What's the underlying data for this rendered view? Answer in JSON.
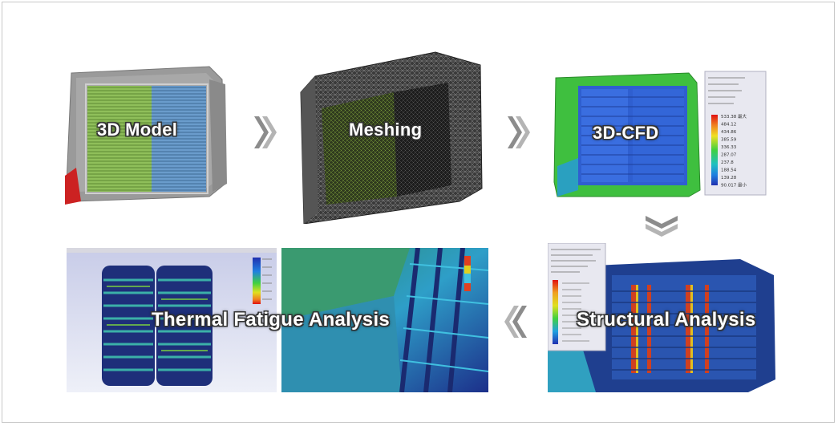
{
  "stages": [
    {
      "id": "model",
      "label": "3D Model"
    },
    {
      "id": "mesh",
      "label": "Meshing"
    },
    {
      "id": "cfd",
      "label": "3D-CFD"
    },
    {
      "id": "structural",
      "label": "Structural Analysis"
    },
    {
      "id": "fatigue",
      "label": "Thermal Fatigue Analysis"
    }
  ],
  "cfd_legend": {
    "values": [
      "533.38 最大",
      "484.12",
      "434.86",
      "385.59",
      "336.33",
      "287.07",
      "237.8",
      "188.54",
      "139.28",
      "90.017 最小"
    ]
  },
  "colors": {
    "arrow": "#7a7a7a",
    "cfd_green": "#3fbf3f",
    "cfd_blue": "#2f5fd0",
    "model_green": "#8fbf5a",
    "model_blue": "#6a9ccc",
    "mesh_dark": "#2a2a2a"
  }
}
